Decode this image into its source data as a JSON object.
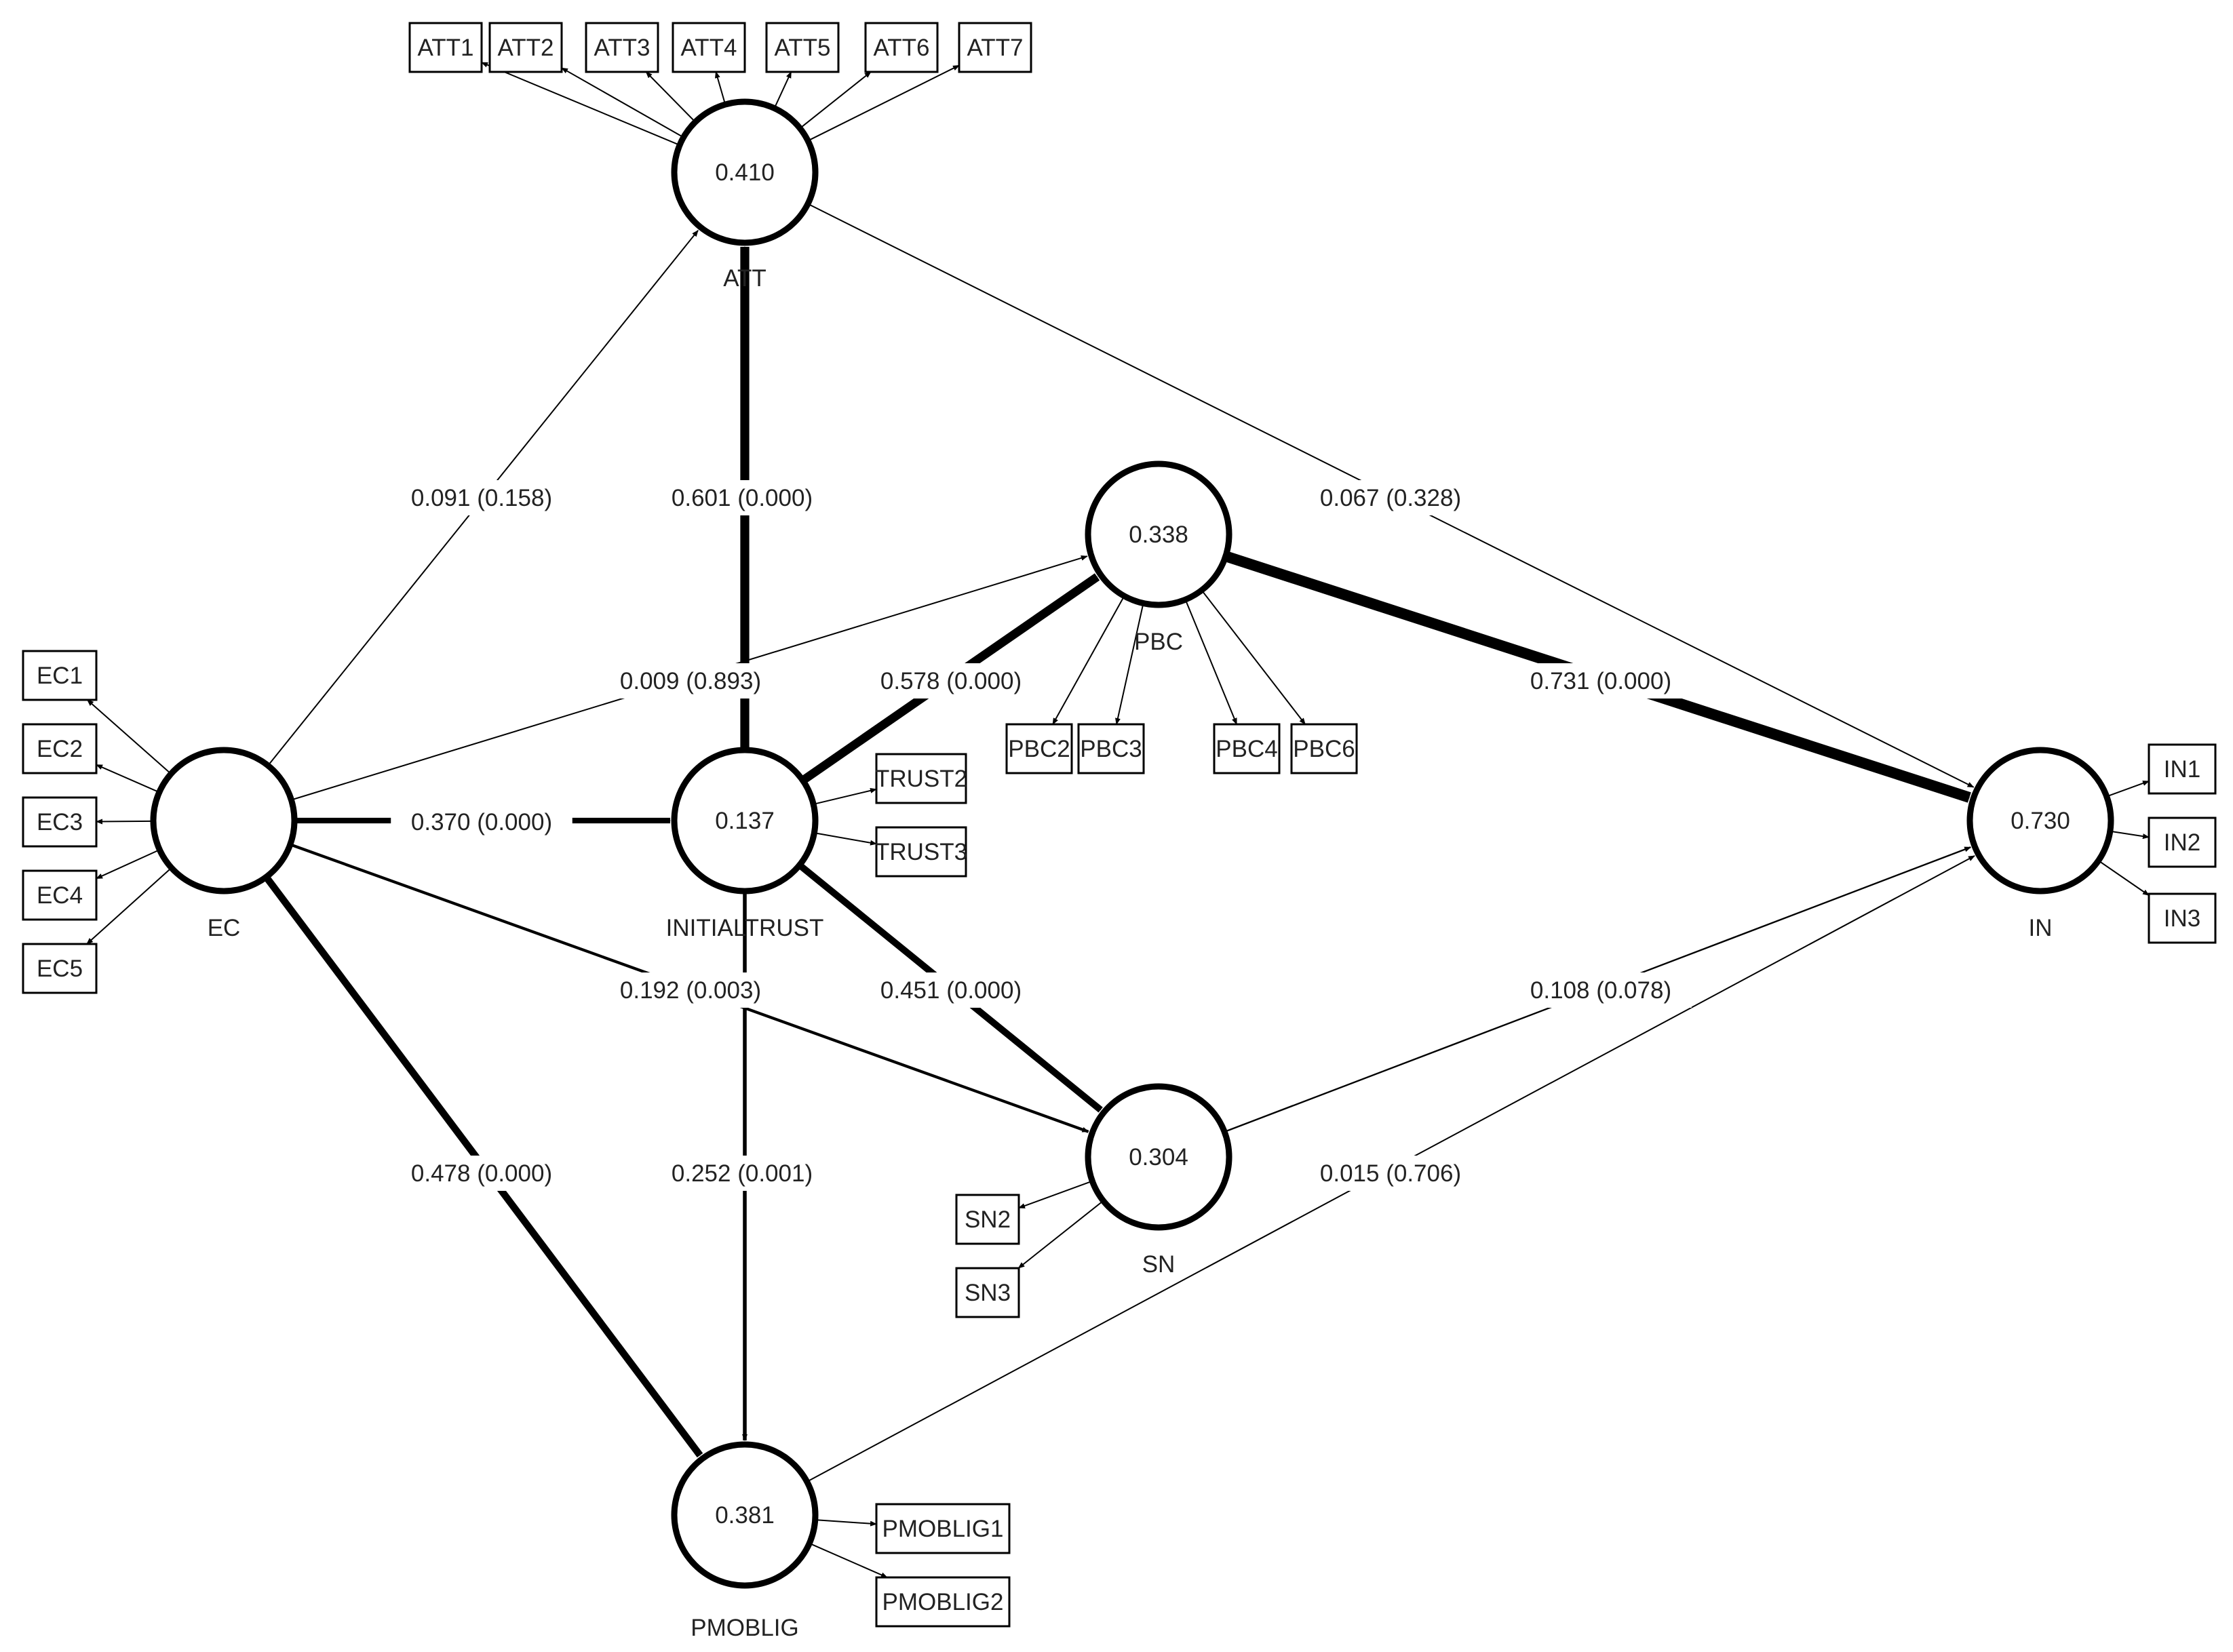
{
  "diagram": {
    "type": "structural-equation-model",
    "constructs": [
      {
        "id": "ATT",
        "label": "ATT",
        "r2": "0.410"
      },
      {
        "id": "EC",
        "label": "EC",
        "r2": ""
      },
      {
        "id": "TR",
        "label": "INITIALTRUST",
        "r2": "0.137"
      },
      {
        "id": "PBC",
        "label": "PBC",
        "r2": "0.338"
      },
      {
        "id": "IN",
        "label": "IN",
        "r2": "0.730"
      },
      {
        "id": "SN",
        "label": "SN",
        "r2": "0.304"
      },
      {
        "id": "PM",
        "label": "PMOBLIG",
        "r2": "0.381"
      }
    ],
    "indicators": [
      {
        "id": "ATT1",
        "construct": "ATT"
      },
      {
        "id": "ATT2",
        "construct": "ATT"
      },
      {
        "id": "ATT3",
        "construct": "ATT"
      },
      {
        "id": "ATT4",
        "construct": "ATT"
      },
      {
        "id": "ATT5",
        "construct": "ATT"
      },
      {
        "id": "ATT6",
        "construct": "ATT"
      },
      {
        "id": "ATT7",
        "construct": "ATT"
      },
      {
        "id": "EC1",
        "construct": "EC"
      },
      {
        "id": "EC2",
        "construct": "EC"
      },
      {
        "id": "EC3",
        "construct": "EC"
      },
      {
        "id": "EC4",
        "construct": "EC"
      },
      {
        "id": "EC5",
        "construct": "EC"
      },
      {
        "id": "TRUST2",
        "construct": "TR"
      },
      {
        "id": "TRUST3",
        "construct": "TR"
      },
      {
        "id": "PBC2",
        "construct": "PBC"
      },
      {
        "id": "PBC3",
        "construct": "PBC"
      },
      {
        "id": "PBC4",
        "construct": "PBC"
      },
      {
        "id": "PBC6",
        "construct": "PBC"
      },
      {
        "id": "IN1",
        "construct": "IN"
      },
      {
        "id": "IN2",
        "construct": "IN"
      },
      {
        "id": "IN3",
        "construct": "IN"
      },
      {
        "id": "SN2",
        "construct": "SN"
      },
      {
        "id": "SN3",
        "construct": "SN"
      },
      {
        "id": "PMOBLIG1",
        "construct": "PM"
      },
      {
        "id": "PMOBLIG2",
        "construct": "PM"
      }
    ],
    "paths": [
      {
        "from": "EC",
        "to": "ATT",
        "coef": 0.091,
        "p": 0.158,
        "label": "0.091 (0.158)"
      },
      {
        "from": "TR",
        "to": "ATT",
        "coef": 0.601,
        "p": 0.0,
        "label": "0.601 (0.000)"
      },
      {
        "from": "ATT",
        "to": "IN",
        "coef": 0.067,
        "p": 0.328,
        "label": "0.067 (0.328)"
      },
      {
        "from": "EC",
        "to": "PBC",
        "coef": 0.009,
        "p": 0.893,
        "label": "0.009 (0.893)"
      },
      {
        "from": "TR",
        "to": "PBC",
        "coef": 0.578,
        "p": 0.0,
        "label": "0.578 (0.000)"
      },
      {
        "from": "PBC",
        "to": "IN",
        "coef": 0.731,
        "p": 0.0,
        "label": "0.731 (0.000)"
      },
      {
        "from": "EC",
        "to": "TR",
        "coef": 0.37,
        "p": 0.0,
        "label": "0.370 (0.000)"
      },
      {
        "from": "EC",
        "to": "SN",
        "coef": 0.192,
        "p": 0.003,
        "label": "0.192 (0.003)"
      },
      {
        "from": "TR",
        "to": "SN",
        "coef": 0.451,
        "p": 0.0,
        "label": "0.451 (0.000)"
      },
      {
        "from": "SN",
        "to": "IN",
        "coef": 0.108,
        "p": 0.078,
        "label": "0.108 (0.078)"
      },
      {
        "from": "EC",
        "to": "PM",
        "coef": 0.478,
        "p": 0.0,
        "label": "0.478 (0.000)"
      },
      {
        "from": "TR",
        "to": "PM",
        "coef": 0.252,
        "p": 0.001,
        "label": "0.252 (0.001)"
      },
      {
        "from": "PM",
        "to": "IN",
        "coef": 0.015,
        "p": 0.706,
        "label": "0.015 (0.706)"
      }
    ]
  },
  "colors": {
    "stroke": "#000000",
    "text": "#222222",
    "background": "#ffffff"
  }
}
